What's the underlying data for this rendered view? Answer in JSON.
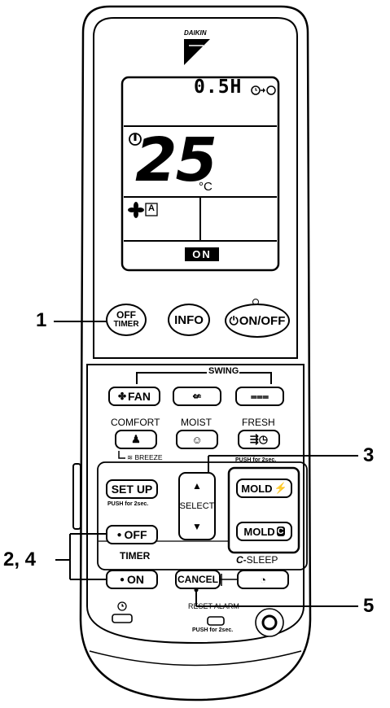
{
  "brand": "DAIKIN",
  "display": {
    "timer_value": "0.5H",
    "temperature": "25",
    "unit": "°C",
    "fan_mode": "A",
    "status": "ON"
  },
  "top_buttons": {
    "off_timer_line1": "OFF",
    "off_timer_line2": "TIMER",
    "info": "INFO",
    "on_off": "ON/OFF"
  },
  "swing_label": "SWING",
  "fan_label": "FAN",
  "mode_labels": {
    "comfort": "COMFORT",
    "moist": "MOIST",
    "fresh": "FRESH"
  },
  "breeze_label": "BREEZE",
  "push_2sec": "PUSH for 2sec.",
  "setup_label": "SET UP",
  "select_label": "SELECT",
  "mold_label": "MOLD",
  "timer": {
    "off": "OFF",
    "title": "TIMER",
    "on": "ON"
  },
  "cancel_label": "CANCEL",
  "csleep_label": "SLEEP",
  "csleep_prefix": "C-",
  "reset_alarm_label": "RESET ALARM",
  "callouts": {
    "c1": "1",
    "c3": "3",
    "c24": "2, 4",
    "c5": "5"
  }
}
